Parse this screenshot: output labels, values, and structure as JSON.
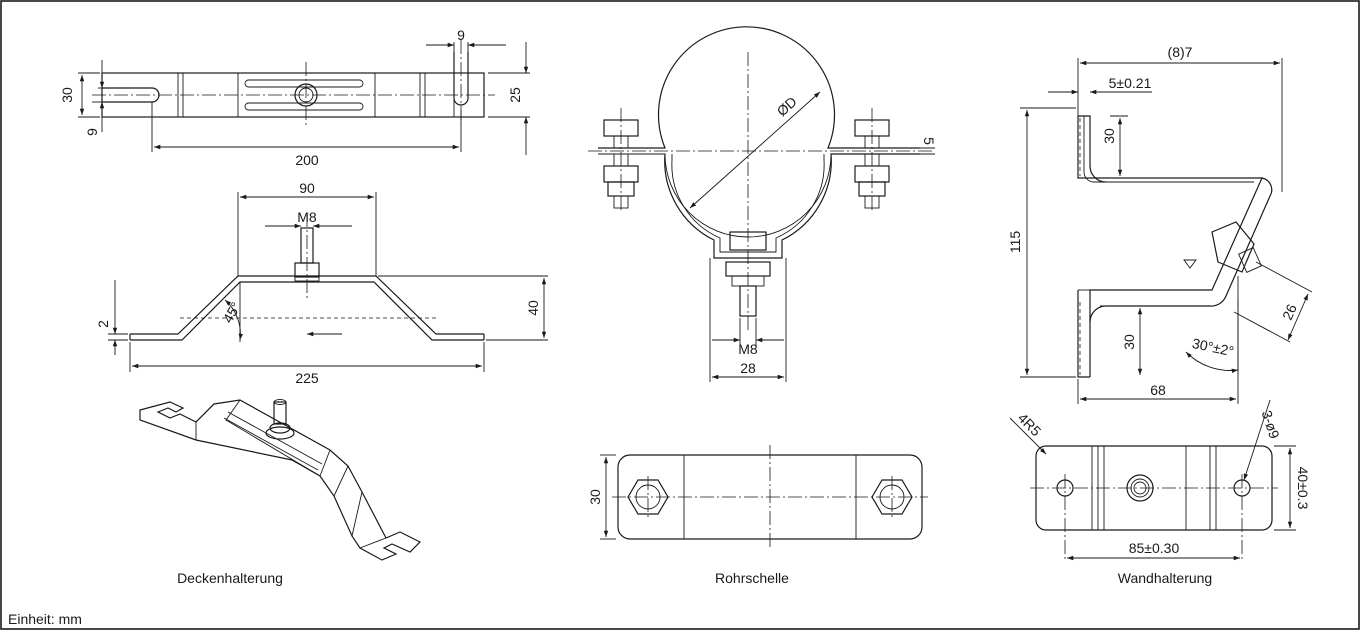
{
  "unit_note": "Einheit: mm",
  "ceiling": {
    "caption": "Deckenhalterung",
    "dims": {
      "slot_width": "9",
      "height_30": "30",
      "edge_9": "9",
      "dim_25": "25",
      "length_200": "200",
      "width_90": "90",
      "thread": "M8",
      "thickness": "2",
      "angle": "45°",
      "height_40": "40",
      "length_225": "225"
    }
  },
  "pipe_clamp": {
    "caption": "Rohrschelle",
    "dims": {
      "diameter": "ØD",
      "plate": "5",
      "thread": "M8",
      "width_28": "28",
      "width_30": "30"
    }
  },
  "wall": {
    "caption": "Wandhalterung",
    "dims": {
      "top": "(8)7",
      "thickness": "5±0.21",
      "upper_30": "30",
      "height_115": "115",
      "lower_30": "30",
      "width_68": "68",
      "dim_26": "26",
      "angle": "30°±2°",
      "radius": "4R5",
      "holes": "3-ø9",
      "height_40": "40±0.3",
      "spacing": "85±0.30"
    }
  }
}
